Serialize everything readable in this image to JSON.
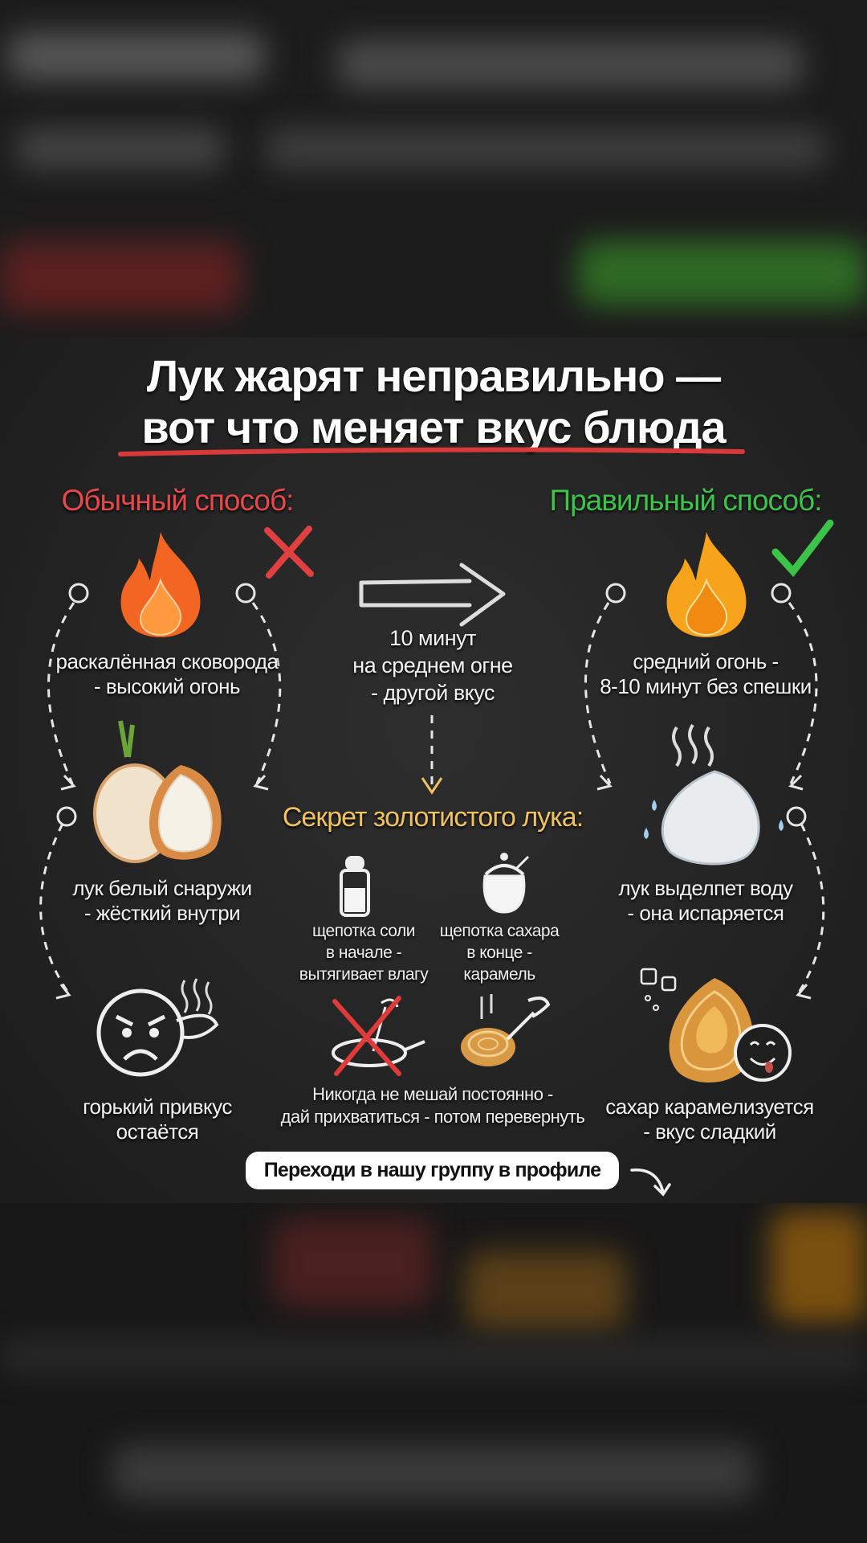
{
  "title": {
    "line1": "Лук жарят неправильно —",
    "line2": "вот что меняет вкус блюда"
  },
  "left": {
    "header": "Обычный способ:",
    "step1": [
      "раскалённая сковорода",
      "- высокий огонь"
    ],
    "step2": [
      "лук белый снаружи",
      "- жёсткий внутри"
    ],
    "step3": [
      "горький привкус",
      "остаётся"
    ]
  },
  "middle": {
    "arrow_text": [
      "10 минут",
      "на среднем огне",
      "- другой вкус"
    ],
    "secret_header": "Секрет золотистого лука:",
    "salt": [
      "щепотка соли",
      "в начале -",
      "вытягивает влагу"
    ],
    "sugar": [
      "щепотка сахара",
      "в конце -",
      "карамель"
    ],
    "stir": [
      "Никогда не мешай постоянно -",
      "дай прихватиться - потом перевернуть"
    ]
  },
  "right": {
    "header": "Правильный способ:",
    "step1": [
      "средний огонь -",
      "8-10 минут без спешки"
    ],
    "step2": [
      "лук выделпет воду",
      "- она испаряется"
    ],
    "step3": [
      "сахар карамелизуется",
      "- вкус сладкий"
    ]
  },
  "cta": "Переходи в нашу группу в профиле",
  "colors": {
    "red": "#e8484a",
    "green": "#3cc44a",
    "gold": "#f0c160",
    "board": "#262626"
  }
}
